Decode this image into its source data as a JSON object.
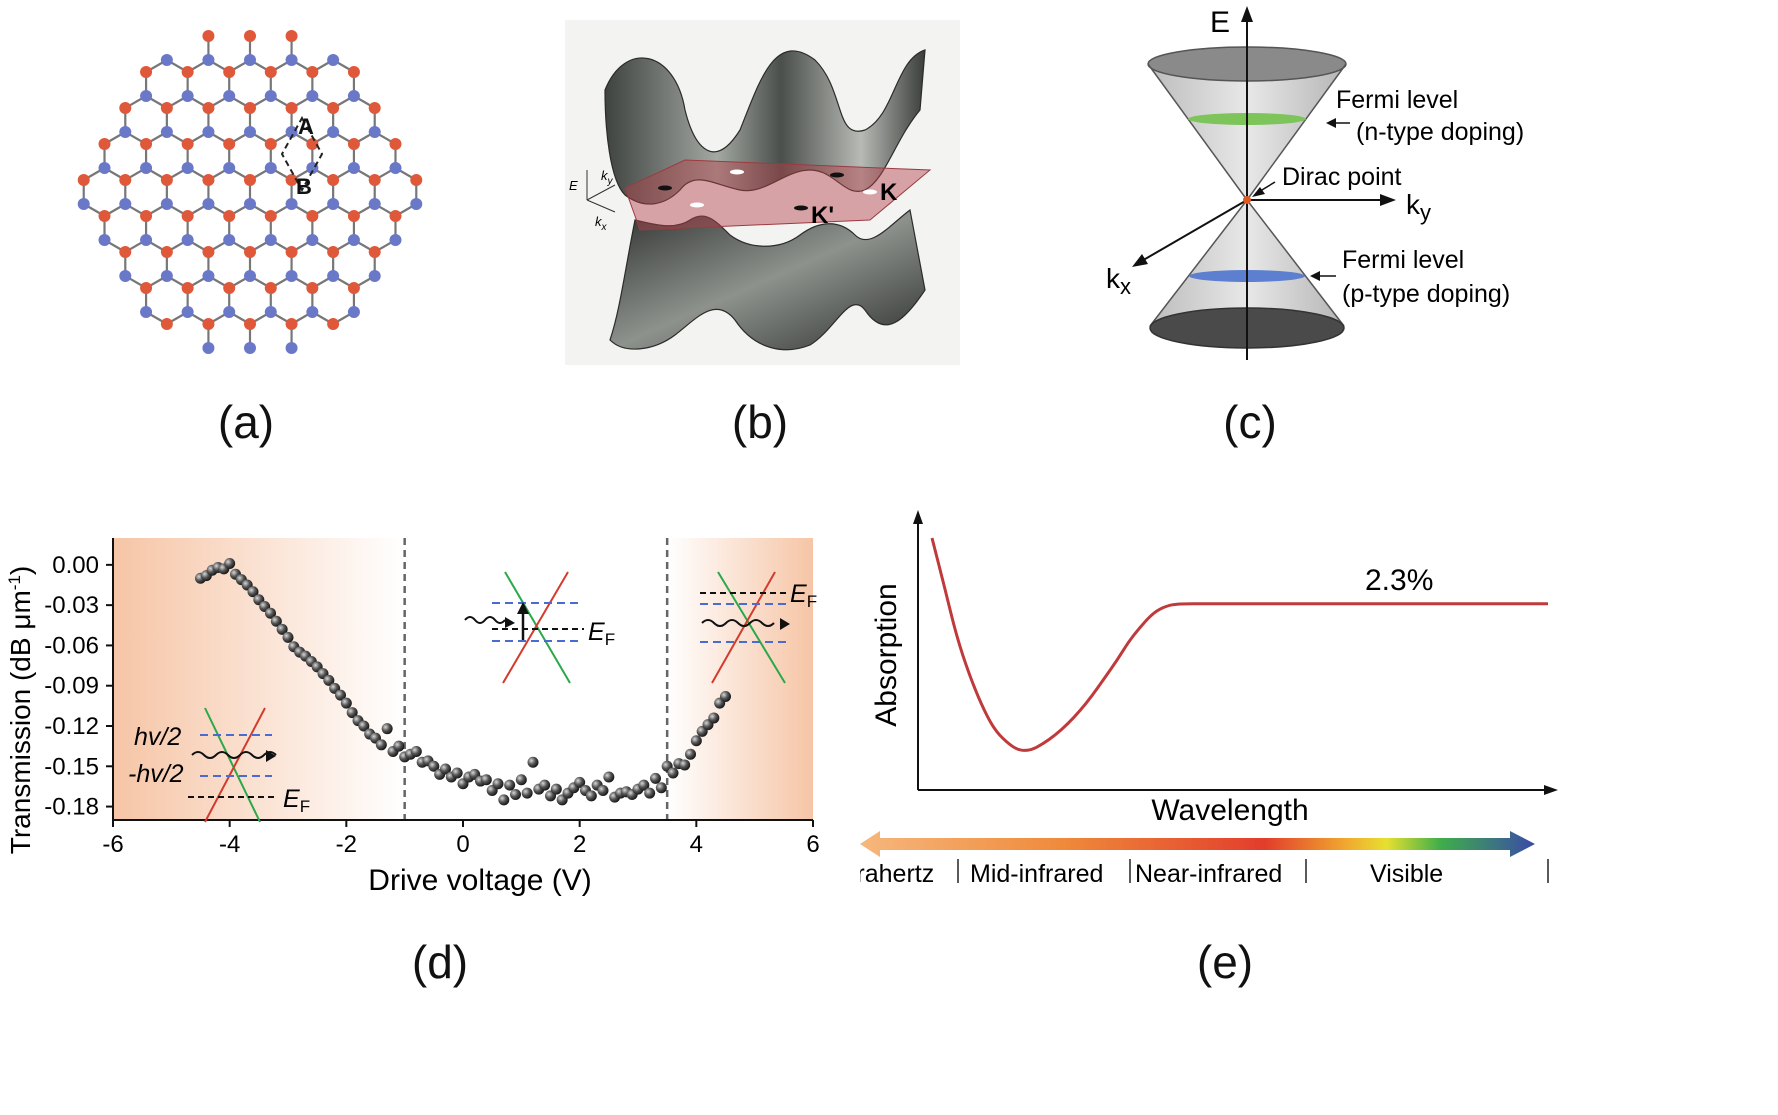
{
  "captions": {
    "a": "(a)",
    "b": "(b)",
    "c": "(c)",
    "d": "(d)",
    "e": "(e)"
  },
  "panel_a": {
    "site_a": "A",
    "site_b": "B"
  },
  "panel_b": {
    "axis_e": "E",
    "axis_ky": "k",
    "axis_ky_sub": "y",
    "axis_kx": "k",
    "axis_kx_sub": "x",
    "point_k": "K",
    "point_kprime": "K'"
  },
  "panel_c": {
    "axis_e": "E",
    "axis_ky": "k",
    "axis_ky_sub": "y",
    "axis_kx": "k",
    "axis_kx_sub": "x",
    "fermi_n_1": "Fermi level",
    "fermi_n_2": "(n-type doping)",
    "dirac_point": "Dirac point",
    "fermi_p_1": "Fermi level",
    "fermi_p_2": "(p-type doping)"
  },
  "panel_d": {
    "ylabel": "Transmission (dB μm",
    "ylabel_sup": "-1",
    "ylabel_end": ")",
    "xlabel": "Drive voltage (V)",
    "ef_label": "E",
    "ef_sub": "F",
    "hv_plus": "hv/2",
    "hv_minus": "-hv/2"
  },
  "panel_e": {
    "ylabel": "Absorption",
    "xlabel": "Wavelength",
    "annotation": "2.3%",
    "bands": [
      "Terahertz",
      "Mid-infrared",
      "Near-infrared",
      "Visible"
    ]
  },
  "colors": {
    "carbon_a": "#e0583a",
    "carbon_b": "#6a78c8",
    "shade": "#f6c7a8",
    "curve": "#c0393b"
  },
  "chart_data": [
    {
      "type": "scatter",
      "xlabel": "Drive voltage (V)",
      "ylabel": "Transmission (dB μm-1)",
      "xlim": [
        -6,
        6
      ],
      "ylim": [
        -0.19,
        0.02
      ],
      "xticks": [
        -6,
        -4,
        -2,
        0,
        2,
        4,
        6
      ],
      "yticks": [
        0.0,
        -0.03,
        -0.06,
        -0.09,
        -0.12,
        -0.15,
        -0.18
      ],
      "ytick_labels": [
        "0.00",
        "-0.03",
        "-0.06",
        "-0.09",
        "-0.12",
        "-0.15",
        "-0.18"
      ],
      "dashed_lines_x": [
        -1.0,
        3.5
      ],
      "x": [
        -4.5,
        -4.4,
        -4.3,
        -4.2,
        -4.1,
        -4.0,
        -3.9,
        -3.8,
        -3.7,
        -3.6,
        -3.5,
        -3.4,
        -3.3,
        -3.2,
        -3.1,
        -3.0,
        -2.9,
        -2.8,
        -2.7,
        -2.6,
        -2.5,
        -2.4,
        -2.3,
        -2.2,
        -2.1,
        -2.0,
        -1.9,
        -1.8,
        -1.7,
        -1.6,
        -1.5,
        -1.4,
        -1.3,
        -1.2,
        -1.1,
        -1.0,
        -0.9,
        -0.8,
        -0.7,
        -0.6,
        -0.5,
        -0.4,
        -0.3,
        -0.2,
        -0.1,
        0.0,
        0.1,
        0.2,
        0.3,
        0.4,
        0.5,
        0.6,
        0.7,
        0.8,
        0.9,
        1.0,
        1.1,
        1.2,
        1.3,
        1.4,
        1.5,
        1.6,
        1.7,
        1.8,
        1.9,
        2.0,
        2.1,
        2.2,
        2.3,
        2.4,
        2.5,
        2.6,
        2.7,
        2.8,
        2.9,
        3.0,
        3.1,
        3.2,
        3.3,
        3.4,
        3.5,
        3.6,
        3.7,
        3.8,
        3.9,
        4.0,
        4.1,
        4.2,
        4.3,
        4.4,
        4.5
      ],
      "y": [
        -0.01,
        -0.008,
        -0.004,
        -0.002,
        -0.003,
        0.001,
        -0.007,
        -0.011,
        -0.015,
        -0.02,
        -0.026,
        -0.031,
        -0.036,
        -0.042,
        -0.048,
        -0.054,
        -0.061,
        -0.065,
        -0.068,
        -0.072,
        -0.076,
        -0.081,
        -0.086,
        -0.092,
        -0.097,
        -0.103,
        -0.11,
        -0.116,
        -0.12,
        -0.126,
        -0.129,
        -0.134,
        -0.122,
        -0.139,
        -0.135,
        -0.143,
        -0.141,
        -0.139,
        -0.147,
        -0.146,
        -0.15,
        -0.156,
        -0.152,
        -0.158,
        -0.155,
        -0.163,
        -0.158,
        -0.156,
        -0.161,
        -0.16,
        -0.168,
        -0.163,
        -0.175,
        -0.164,
        -0.171,
        -0.16,
        -0.17,
        -0.147,
        -0.167,
        -0.164,
        -0.172,
        -0.167,
        -0.175,
        -0.17,
        -0.166,
        -0.162,
        -0.168,
        -0.172,
        -0.164,
        -0.168,
        -0.158,
        -0.173,
        -0.17,
        -0.169,
        -0.171,
        -0.167,
        -0.164,
        -0.17,
        -0.159,
        -0.166,
        -0.15,
        -0.155,
        -0.148,
        -0.149,
        -0.141,
        -0.131,
        -0.124,
        -0.119,
        -0.114,
        -0.103,
        -0.098
      ]
    },
    {
      "type": "line",
      "xlabel": "Wavelength",
      "ylabel": "Absorption",
      "annotation": "2.3%",
      "x": [
        0.0,
        0.02,
        0.04,
        0.06,
        0.08,
        0.1,
        0.12,
        0.14,
        0.16,
        0.18,
        0.2,
        0.22,
        0.24,
        0.26,
        0.28,
        0.3,
        0.32,
        0.34,
        0.36,
        0.38,
        0.4,
        0.45,
        0.5,
        0.6,
        0.7,
        0.8,
        0.9,
        1.0
      ],
      "y": [
        1.0,
        0.78,
        0.55,
        0.38,
        0.24,
        0.13,
        0.07,
        0.03,
        0.03,
        0.06,
        0.1,
        0.15,
        0.21,
        0.28,
        0.36,
        0.44,
        0.53,
        0.6,
        0.66,
        0.69,
        0.7,
        0.7,
        0.7,
        0.7,
        0.7,
        0.7,
        0.7,
        0.7
      ]
    }
  ]
}
